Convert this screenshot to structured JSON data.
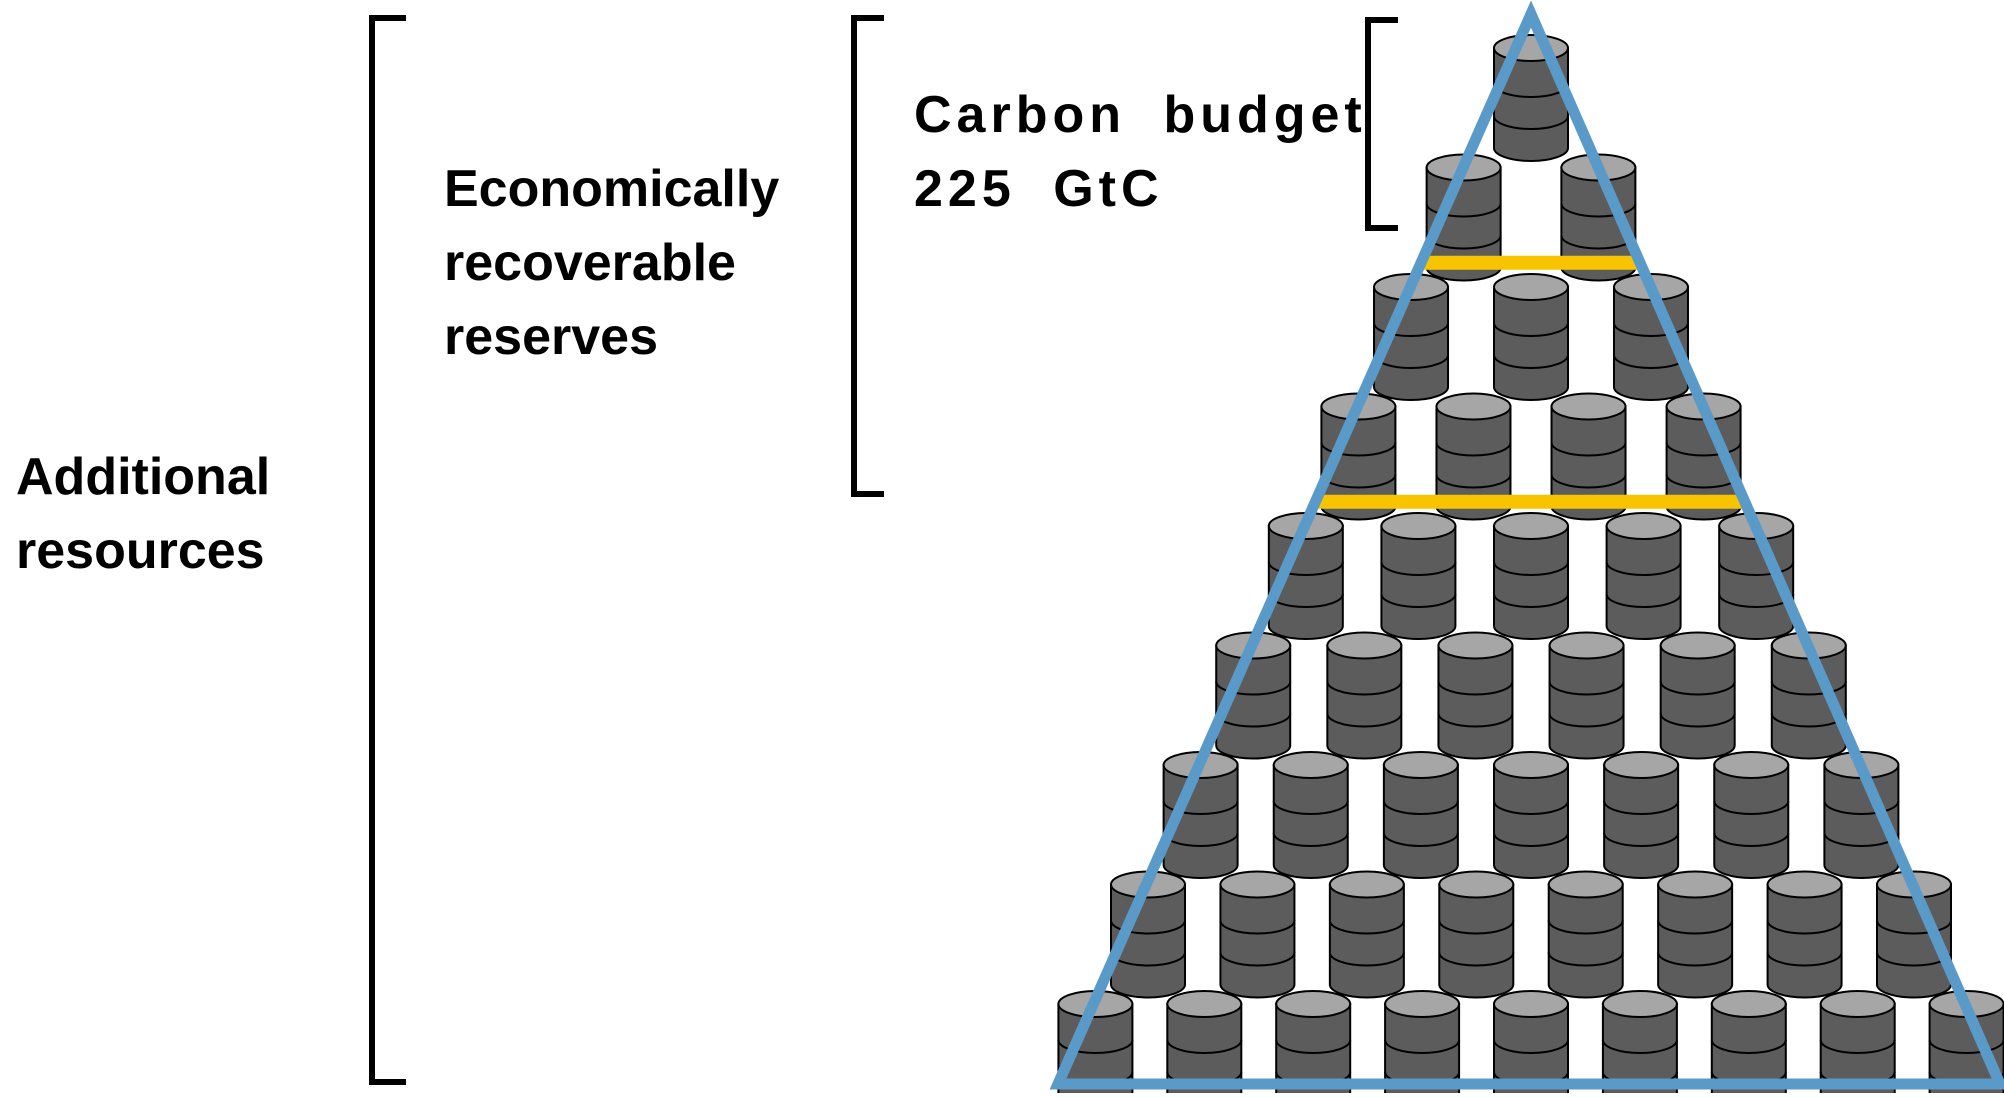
{
  "labels": {
    "additional_resources": [
      "Additional",
      "resources"
    ],
    "economically_recoverable_reserves": [
      "Economically",
      "recoverable",
      "reserves"
    ],
    "carbon_budget": [
      "Carbon budget",
      "225 GtC"
    ]
  },
  "pyramid": {
    "barrel_rows_top_to_bottom": [
      1,
      2,
      3,
      4,
      5,
      6,
      7,
      8,
      9
    ],
    "dividers_after_row": [
      2,
      4
    ]
  },
  "colors": {
    "triangle": "#5a9ac8",
    "divider": "#f8c400",
    "barrel_body": "#5c5c5c",
    "barrel_top": "#a6a6a6",
    "bracket": "#000000",
    "text": "#000000"
  }
}
